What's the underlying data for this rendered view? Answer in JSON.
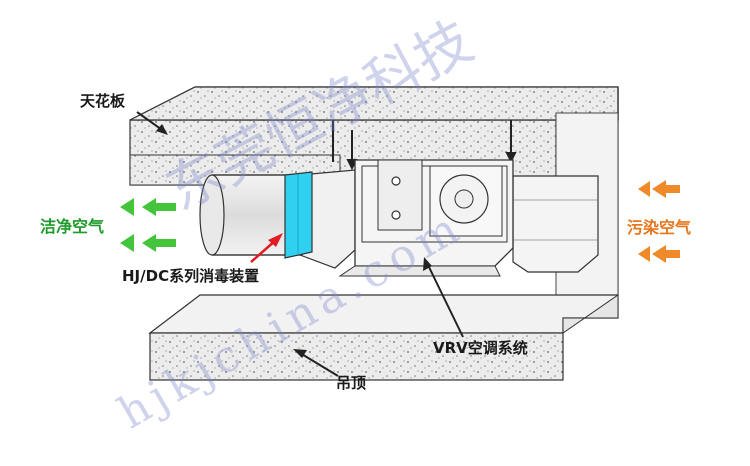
{
  "labels": {
    "ceiling_board": "天花板",
    "clean_air": "洁净空气",
    "polluted_air": "污染空气",
    "disinfection_device": "HJ/DC系列消毒装置",
    "vrv_system": "VRV空调系统",
    "suspended_ceiling": "吊顶"
  },
  "watermark": {
    "company": "东莞恒净科技",
    "site": "hjkjchina.com"
  },
  "colors": {
    "clean_arrow": "#43c43a",
    "polluted_arrow": "#ee8a2a",
    "filter": "#2fd0f0",
    "pointer_red": "#e31b23",
    "concrete": "#e8e8e8",
    "line": "#444444"
  }
}
